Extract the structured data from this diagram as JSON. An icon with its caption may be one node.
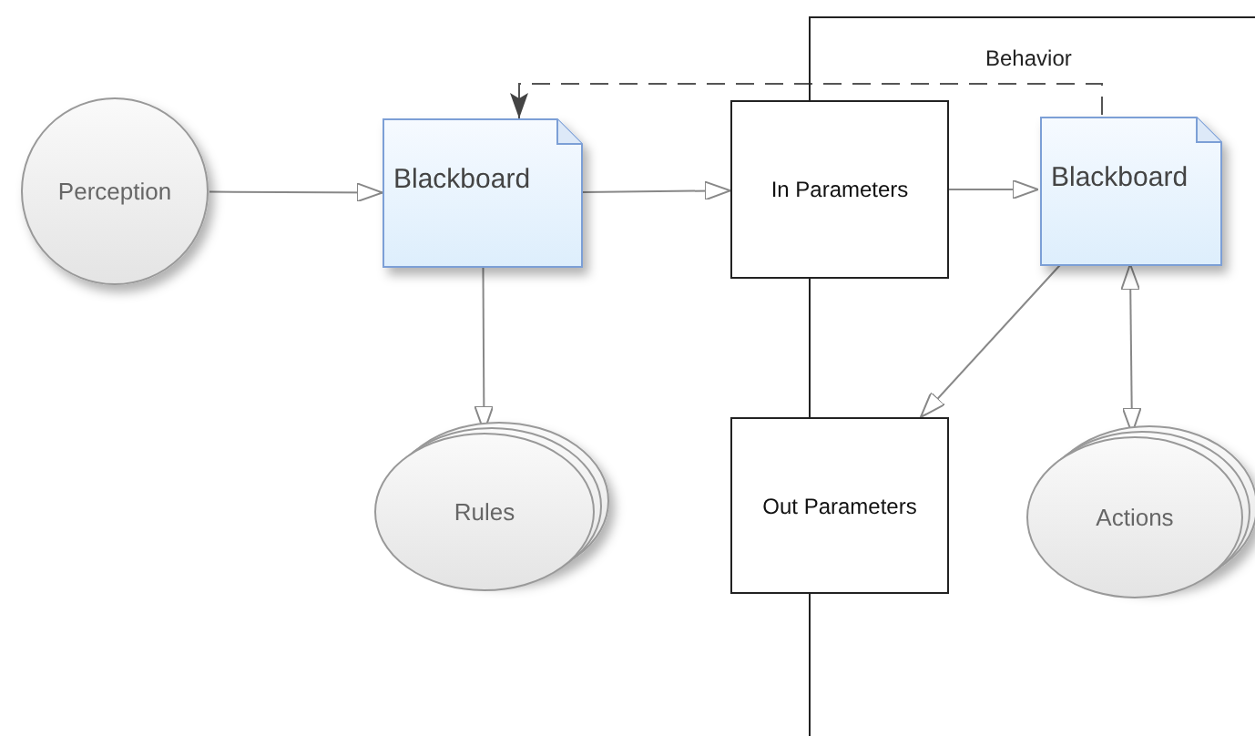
{
  "diagram": {
    "nodes": [
      {
        "text": [
          "Perception"
        ]
      },
      {
        "text": [
          "Blackboard"
        ]
      },
      {
        "text": [
          "Behavior"
        ]
      },
      {
        "text": [
          "In Parameters"
        ]
      },
      {
        "text": [
          "Blackboard"
        ],
        "in": 2
      },
      {
        "text": [
          "Rules"
        ]
      },
      {
        "text": [
          "Out Parameters"
        ]
      },
      {
        "text": [
          "Actions"
        ],
        "in": 2
      }
    ],
    "edges": [
      {
        "from": 0,
        "to": 1,
        "arrow": "to"
      },
      {
        "from": 1,
        "to": 3,
        "arrow": "to"
      },
      {
        "from": 3,
        "to": 4,
        "arrow": "to"
      },
      {
        "from": 4,
        "to": 1,
        "arrow": "to",
        "style": "dashed"
      },
      {
        "from": 1,
        "to": 5,
        "arrow": "to"
      },
      {
        "from": 4,
        "to": 6,
        "arrow": "to"
      },
      {
        "from": 4,
        "to": 7,
        "arrow": "both"
      }
    ]
  }
}
